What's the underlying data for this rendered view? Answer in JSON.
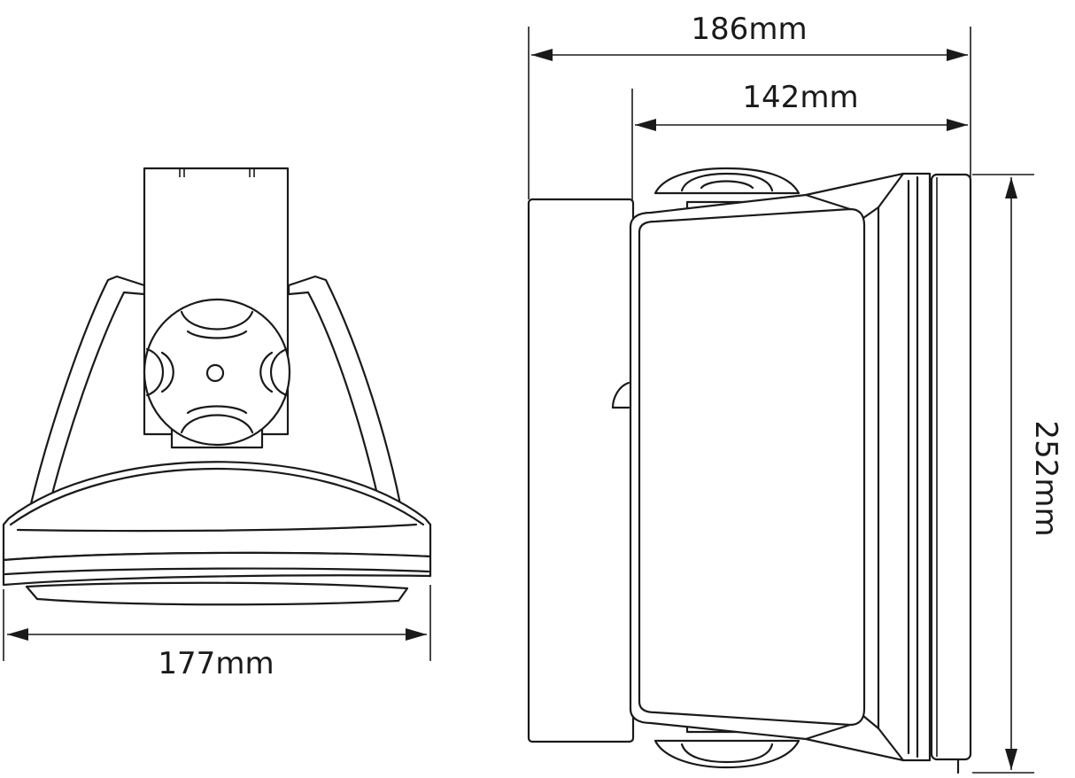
{
  "dimensions": {
    "width_front": "177mm",
    "depth_overall": "186mm",
    "depth_cabinet": "142mm",
    "height": "252mm"
  }
}
